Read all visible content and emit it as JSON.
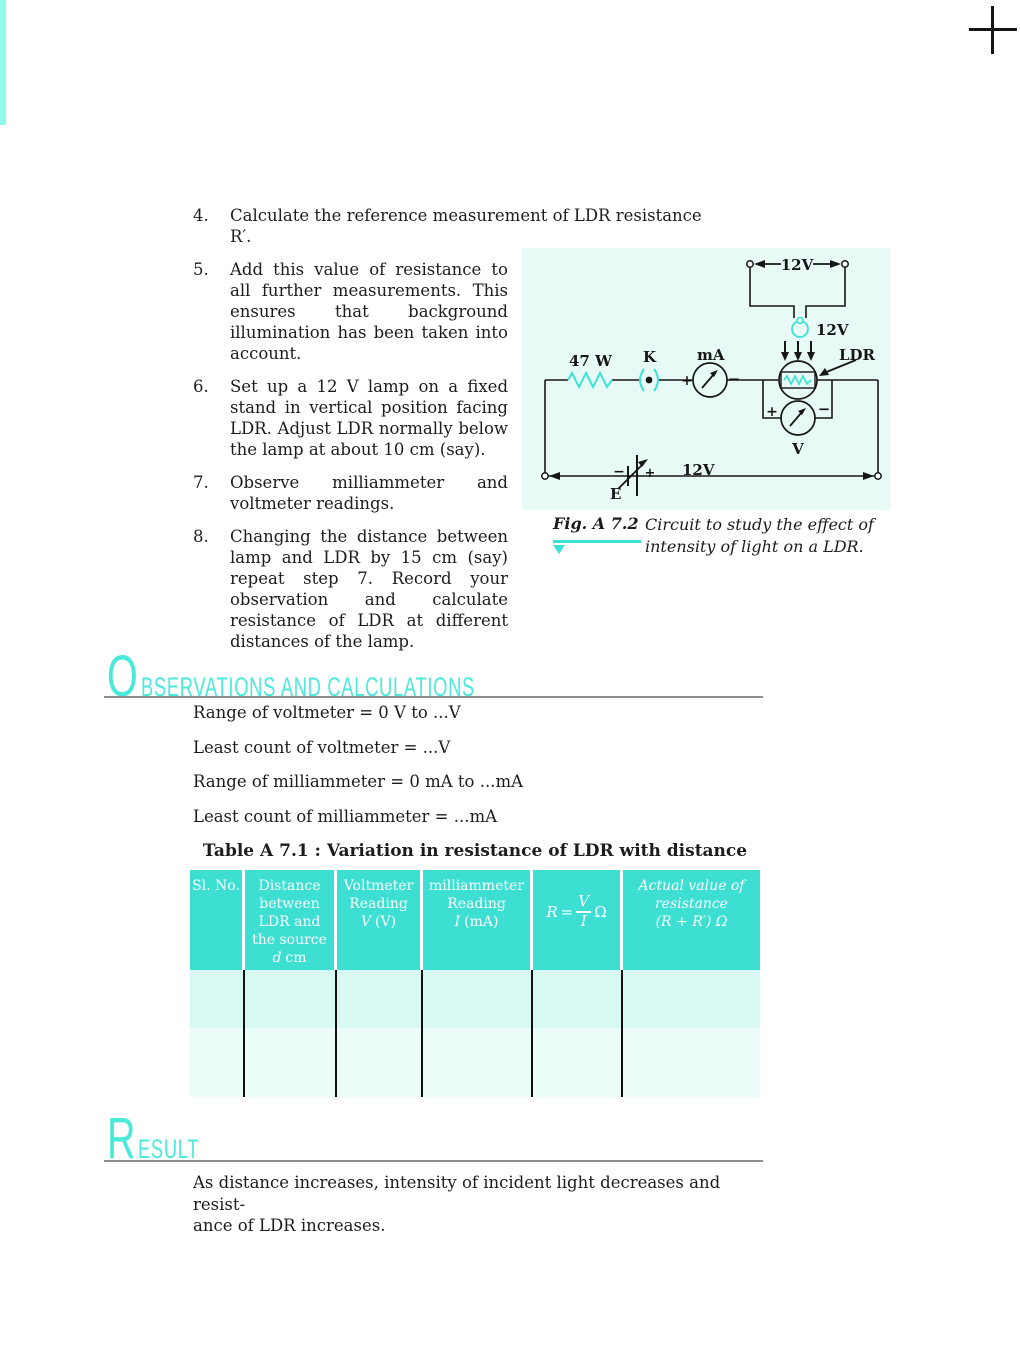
{
  "steps": [
    {
      "num": "4.",
      "text": "Calculate the reference measurement of LDR resistance R′."
    },
    {
      "num": "5.",
      "text": "Add this value of resistance to all further measurements. This ensures that background illumination has been taken into account."
    },
    {
      "num": "6.",
      "text": "Set up a 12 V lamp on a fixed stand in vertical position facing LDR. Adjust LDR normally below the lamp at about 10 cm (say)."
    },
    {
      "num": "7.",
      "text": "Observe milliammeter and voltmeter readings."
    },
    {
      "num": "8.",
      "text": "Changing the distance between lamp and LDR by 15 cm (say) repeat step 7. Record your observation and calculate resistance of LDR at different distances of the lamp."
    }
  ],
  "figure": {
    "caption_label": "Fig. A 7.2",
    "caption_line1": "Circuit to study the effect of",
    "caption_line2": "intensity of light on a LDR.",
    "labels": {
      "supply_voltage": "12V",
      "lamp_voltage": "12V",
      "resistor": "47 W",
      "key": "K",
      "milliammeter": "mA",
      "amm_plus": "+",
      "amm_minus": "−",
      "ldr": "LDR",
      "volt_plus": "+",
      "volt_minus": "−",
      "voltmeter": "V",
      "battery": "E",
      "bat_minus": "−",
      "bat_plus": "+",
      "battery_voltage": "12V"
    }
  },
  "sections": {
    "observations": {
      "initial": "O",
      "rest": "BSERVATIONS AND CALCULATIONS"
    },
    "result": {
      "initial": "R",
      "rest": "ESULT"
    }
  },
  "observations_lines": [
    "Range of voltmeter = 0 V to ...V",
    "Least count of voltmeter = ...V",
    "Range of milliammeter = 0 mA to ...mA",
    "Least count of milliammeter = ...mA"
  ],
  "table": {
    "title": "Table A 7.1 : Variation in resistance of LDR with distance",
    "header": {
      "col1": "Sl. No.",
      "col2": {
        "l1": "Distance",
        "l2": "between",
        "l3": "LDR and",
        "l4": "the source",
        "var": "d",
        "unit": "cm"
      },
      "col3": {
        "l1": "Voltmeter",
        "l2": "Reading",
        "var": "V",
        "unit": "(V)"
      },
      "col4": {
        "l1": "milliammeter",
        "l2": "Reading",
        "var": "I",
        "unit": "(mA)"
      },
      "col5": {
        "lhs": "R",
        "eq": "=",
        "num": "V",
        "den": "I",
        "unit": "Ω"
      },
      "col6": {
        "l1": "Actual value of",
        "l2": "resistance",
        "l3": "(R + R′) Ω"
      }
    },
    "rows": [
      [
        "",
        "",
        "",
        "",
        "",
        ""
      ],
      [
        "",
        "",
        "",
        "",
        "",
        ""
      ]
    ]
  },
  "result_lines": [
    "As distance increases, intensity of incident light decreases and resist-",
    "ance of LDR increases."
  ]
}
